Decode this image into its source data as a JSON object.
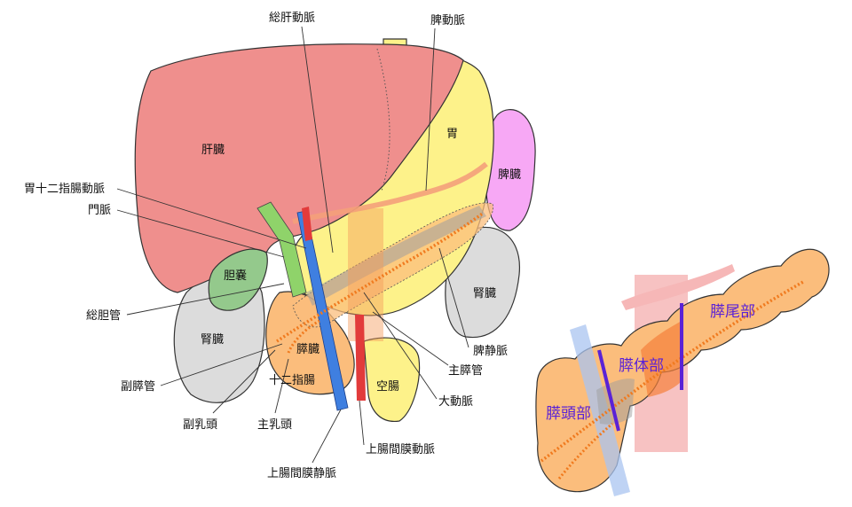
{
  "labels": {
    "common_hepatic_artery": "総肝動脈",
    "splenic_artery": "脾動脈",
    "gastroduodenal_artery": "胃十二指腸動脈",
    "portal_vein": "門脈",
    "common_bile_duct": "総胆管",
    "accessory_pancreatic_duct": "副膵管",
    "minor_papilla": "副乳頭",
    "major_papilla": "主乳頭",
    "superior_mesenteric_vein": "上腸間膜静脈",
    "superior_mesenteric_artery": "上腸間膜動脈",
    "aorta": "大動脈",
    "main_pancreatic_duct": "主膵管",
    "splenic_vein": "脾静脈"
  },
  "organs": {
    "liver": "肝臓",
    "stomach": "胃",
    "spleen": "脾臓",
    "gallbladder": "胆嚢",
    "kidney_left": "腎臓",
    "kidney_right": "腎臓",
    "pancreas": "膵臓",
    "duodenum": "十二指腸",
    "jejunum": "空腸"
  },
  "segments": {
    "head": "膵頭部",
    "body": "膵体部",
    "tail": "膵尾部"
  },
  "colors": {
    "liver": "#ef8f8d",
    "stomach": "#fdf28a",
    "spleen": "#f7a8f5",
    "gallbladder": "#94c98c",
    "kidney": "#dcdcdc",
    "pancreas": "#fbbd7c",
    "portal": "#8fd36a",
    "vein": "#3f7fe0",
    "artery": "#e23b3b",
    "arterial_branch": "#f4a07a",
    "duct": "#f07a1e",
    "segment_line": "#5a22d6"
  }
}
